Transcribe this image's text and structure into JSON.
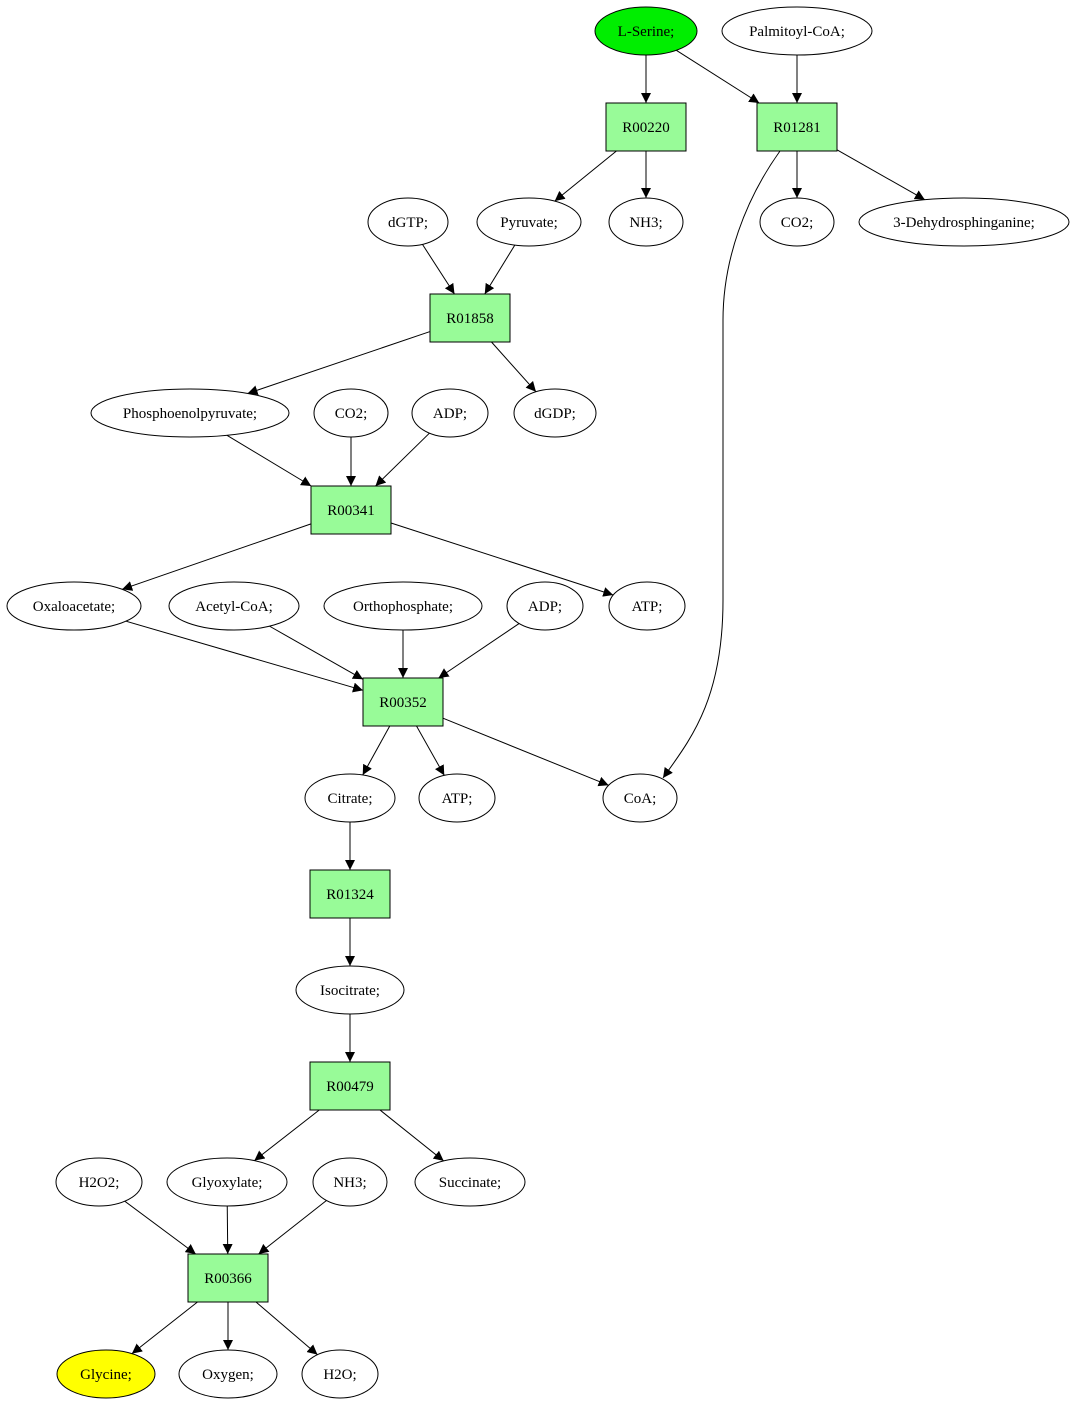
{
  "colors": {
    "reaction_fill": "#98fb98",
    "compound_fill": "#ffffff",
    "source_fill": "#00ee00",
    "target_fill": "#ffff00",
    "stroke": "#000000"
  },
  "nodes": {
    "lserine": {
      "label": "L-Serine;",
      "kind": "compound",
      "role": "source"
    },
    "palmitoylcoa": {
      "label": "Palmitoyl-CoA;",
      "kind": "compound"
    },
    "r00220": {
      "label": "R00220",
      "kind": "reaction"
    },
    "r01281": {
      "label": "R01281",
      "kind": "reaction"
    },
    "dgtp": {
      "label": "dGTP;",
      "kind": "compound"
    },
    "pyruvate": {
      "label": "Pyruvate;",
      "kind": "compound"
    },
    "nh3a": {
      "label": "NH3;",
      "kind": "compound"
    },
    "co2a": {
      "label": "CO2;",
      "kind": "compound"
    },
    "dehydro": {
      "label": "3-Dehydrosphinganine;",
      "kind": "compound"
    },
    "r01858": {
      "label": "R01858",
      "kind": "reaction"
    },
    "pep": {
      "label": "Phosphoenolpyruvate;",
      "kind": "compound"
    },
    "co2b": {
      "label": "CO2;",
      "kind": "compound"
    },
    "adpa": {
      "label": "ADP;",
      "kind": "compound"
    },
    "dgdp": {
      "label": "dGDP;",
      "kind": "compound"
    },
    "r00341": {
      "label": "R00341",
      "kind": "reaction"
    },
    "oxaloacetate": {
      "label": "Oxaloacetate;",
      "kind": "compound"
    },
    "acetylcoa": {
      "label": "Acetyl-CoA;",
      "kind": "compound"
    },
    "orthophosphate": {
      "label": "Orthophosphate;",
      "kind": "compound"
    },
    "adpb": {
      "label": "ADP;",
      "kind": "compound"
    },
    "atpa": {
      "label": "ATP;",
      "kind": "compound"
    },
    "r00352": {
      "label": "R00352",
      "kind": "reaction"
    },
    "citrate": {
      "label": "Citrate;",
      "kind": "compound"
    },
    "atpb": {
      "label": "ATP;",
      "kind": "compound"
    },
    "coa": {
      "label": "CoA;",
      "kind": "compound"
    },
    "r01324": {
      "label": "R01324",
      "kind": "reaction"
    },
    "isocitrate": {
      "label": "Isocitrate;",
      "kind": "compound"
    },
    "r00479": {
      "label": "R00479",
      "kind": "reaction"
    },
    "h2o2": {
      "label": "H2O2;",
      "kind": "compound"
    },
    "glyoxylate": {
      "label": "Glyoxylate;",
      "kind": "compound"
    },
    "nh3b": {
      "label": "NH3;",
      "kind": "compound"
    },
    "succinate": {
      "label": "Succinate;",
      "kind": "compound"
    },
    "r00366": {
      "label": "R00366",
      "kind": "reaction"
    },
    "glycine": {
      "label": "Glycine;",
      "kind": "compound",
      "role": "target"
    },
    "oxygen": {
      "label": "Oxygen;",
      "kind": "compound"
    },
    "h2o": {
      "label": "H2O;",
      "kind": "compound"
    }
  },
  "edges": [
    [
      "lserine",
      "r00220"
    ],
    [
      "lserine",
      "r01281"
    ],
    [
      "palmitoylcoa",
      "r01281"
    ],
    [
      "r00220",
      "pyruvate"
    ],
    [
      "r00220",
      "nh3a"
    ],
    [
      "r01281",
      "co2a"
    ],
    [
      "r01281",
      "dehydro"
    ],
    [
      "r01281",
      "coa"
    ],
    [
      "dgtp",
      "r01858"
    ],
    [
      "pyruvate",
      "r01858"
    ],
    [
      "r01858",
      "pep"
    ],
    [
      "r01858",
      "dgdp"
    ],
    [
      "pep",
      "r00341"
    ],
    [
      "co2b",
      "r00341"
    ],
    [
      "adpa",
      "r00341"
    ],
    [
      "r00341",
      "oxaloacetate"
    ],
    [
      "r00341",
      "atpa"
    ],
    [
      "oxaloacetate",
      "r00352"
    ],
    [
      "acetylcoa",
      "r00352"
    ],
    [
      "orthophosphate",
      "r00352"
    ],
    [
      "adpb",
      "r00352"
    ],
    [
      "r00352",
      "citrate"
    ],
    [
      "r00352",
      "atpb"
    ],
    [
      "r00352",
      "coa"
    ],
    [
      "citrate",
      "r01324"
    ],
    [
      "r01324",
      "isocitrate"
    ],
    [
      "isocitrate",
      "r00479"
    ],
    [
      "r00479",
      "glyoxylate"
    ],
    [
      "r00479",
      "succinate"
    ],
    [
      "h2o2",
      "r00366"
    ],
    [
      "glyoxylate",
      "r00366"
    ],
    [
      "nh3b",
      "r00366"
    ],
    [
      "r00366",
      "glycine"
    ],
    [
      "r00366",
      "oxygen"
    ],
    [
      "r00366",
      "h2o"
    ]
  ]
}
